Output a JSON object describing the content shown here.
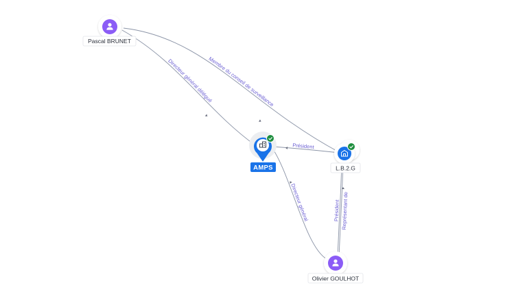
{
  "nodes": {
    "pascal": {
      "label": "Pascal BRUNET",
      "icon": "person-icon",
      "color": "#8b5cf6"
    },
    "amps": {
      "label": "AMPS",
      "icon": "company-icon",
      "color": "#1a73e8",
      "verified": "check-icon"
    },
    "lb2g": {
      "label": "L.B.2.G",
      "icon": "company-icon",
      "color": "#1a73e8",
      "verified": "check-icon"
    },
    "olivier": {
      "label": "Olivier GOULHOT",
      "icon": "person-icon",
      "color": "#8b5cf6"
    }
  },
  "edges": {
    "pascal_amps": "Directeur général délégué",
    "pascal_lb2g": "Membre du conseil de surveillance",
    "lb2g_amps": "Président",
    "olivier_amps": "Directeur général",
    "olivier_lb2g_1": "Président",
    "olivier_lb2g_2": "Représentant de"
  },
  "colors": {
    "accent": "#1a73e8",
    "person": "#8b5cf6",
    "verified": "#1e8e3e",
    "edge": "#8a93a6",
    "edge_label": "#6b5fd3"
  }
}
